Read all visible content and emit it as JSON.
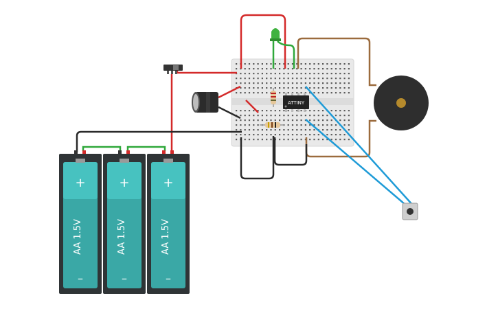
{
  "circuit": {
    "chip_label": "ATTINY",
    "battery_label": "AA 1.5V",
    "plus_sign": "+",
    "minus_sign": "–",
    "colors": {
      "battery_teal": "#3aa8a6",
      "battery_teal_light": "#47c2c0",
      "battery_body": "#2f3436",
      "wire_red": "#d42a2a",
      "wire_black": "#2a2a2a",
      "wire_green": "#2fa83a",
      "wire_brown": "#9b6b3d",
      "wire_blue": "#1e9bd7",
      "breadboard": "#eaeaea",
      "led_green": "#3fb23f",
      "buzzer": "#2e2e2e",
      "buzzer_center": "#b58a2c"
    },
    "components": [
      {
        "id": "battery-1",
        "type": "battery",
        "icon": "aa-battery"
      },
      {
        "id": "battery-2",
        "type": "battery",
        "icon": "aa-battery"
      },
      {
        "id": "battery-3",
        "type": "battery",
        "icon": "aa-battery"
      },
      {
        "id": "slide-switch",
        "type": "switch",
        "icon": "slide-switch"
      },
      {
        "id": "capacitor",
        "type": "capacitor",
        "icon": "electrolytic-capacitor"
      },
      {
        "id": "led",
        "type": "led",
        "icon": "green-led"
      },
      {
        "id": "resistor-1",
        "type": "resistor",
        "icon": "resistor"
      },
      {
        "id": "resistor-2",
        "type": "resistor",
        "icon": "resistor"
      },
      {
        "id": "attiny-chip",
        "type": "microcontroller",
        "icon": "dip-chip"
      },
      {
        "id": "piezo-buzzer",
        "type": "buzzer",
        "icon": "piezo-buzzer"
      },
      {
        "id": "push-button",
        "type": "button",
        "icon": "pushbutton"
      },
      {
        "id": "breadboard",
        "type": "breadboard",
        "icon": "breadboard"
      }
    ]
  }
}
